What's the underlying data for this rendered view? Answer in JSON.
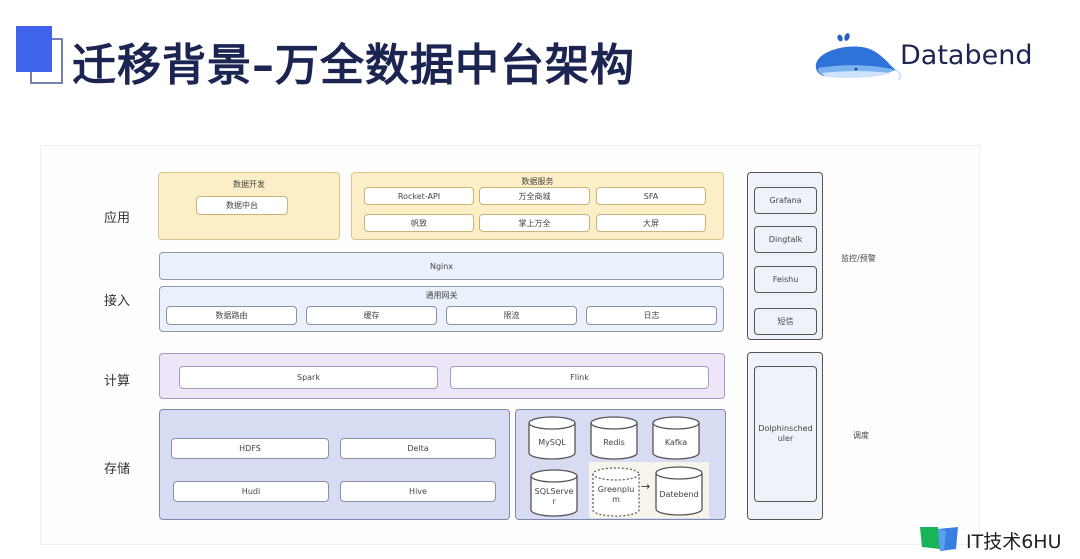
{
  "header": {
    "title": "迁移背景–万全数据中台架构",
    "logo_text": "Databend",
    "logo_icon": "whale-icon",
    "accent_color": "#3f63ec",
    "title_color": "#1c2552"
  },
  "layers": {
    "application": {
      "label": "应用",
      "data_dev": {
        "title": "数据开发",
        "items": [
          "数据中台"
        ]
      },
      "data_service": {
        "title": "数据服务",
        "items": [
          "Rocket-API",
          "万全商城",
          "SFA",
          "帆致",
          "掌上万全",
          "大屏"
        ]
      }
    },
    "access": {
      "label": "接入",
      "nginx": "Nginx",
      "gateway": {
        "title": "通用网关",
        "items": [
          "数据路由",
          "缓存",
          "限流",
          "日志"
        ]
      }
    },
    "compute": {
      "label": "计算",
      "items": [
        "Spark",
        "Flink"
      ]
    },
    "storage": {
      "label": "存储",
      "lake_items": [
        "HDFS",
        "Delta",
        "Hudi",
        "Hive"
      ],
      "databases": [
        "MySQL",
        "Redis",
        "Kafka",
        "SQLServe r"
      ],
      "migration": {
        "from": "Greenplu m",
        "to": "Datebend",
        "arrow": "→"
      }
    }
  },
  "monitoring": {
    "label": "监控/预警",
    "items": [
      "Grafana",
      "Dingtalk",
      "Feishu",
      "短信"
    ]
  },
  "scheduling": {
    "label": "调度",
    "item": "Dolphinsched uler"
  },
  "watermark": {
    "text": "IT技术6HU",
    "icon": "book-logo-icon"
  }
}
